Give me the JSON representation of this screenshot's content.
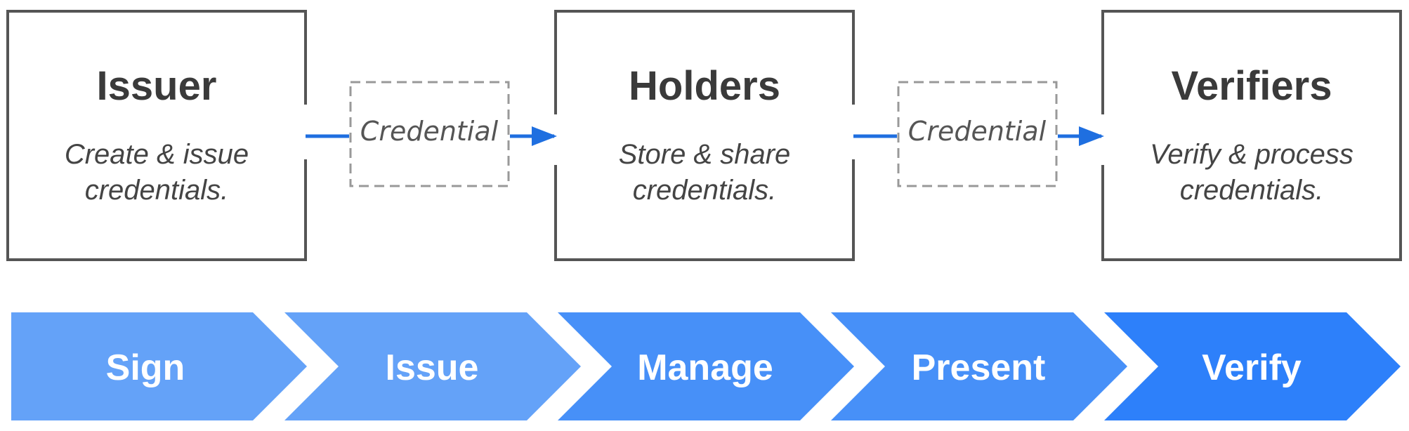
{
  "roles": [
    {
      "title": "Issuer",
      "description": [
        "Create & issue",
        "credentials."
      ]
    },
    {
      "title": "Holders",
      "description": [
        "Store & share",
        "credentials."
      ]
    },
    {
      "title": "Verifiers",
      "description": [
        "Verify & process",
        "credentials."
      ]
    }
  ],
  "connectors": [
    {
      "label": "Credential"
    },
    {
      "label": "Credential"
    }
  ],
  "steps": [
    {
      "label": "Sign",
      "color": "#64a2f8"
    },
    {
      "label": "Issue",
      "color": "#64a2f8"
    },
    {
      "label": "Manage",
      "color": "#4790f8"
    },
    {
      "label": "Present",
      "color": "#4790f8"
    },
    {
      "label": "Verify",
      "color": "#2d80fa"
    }
  ],
  "colors": {
    "box_border": "#555555",
    "dashed_border": "#999999",
    "arrow": "#1f6fe0"
  }
}
